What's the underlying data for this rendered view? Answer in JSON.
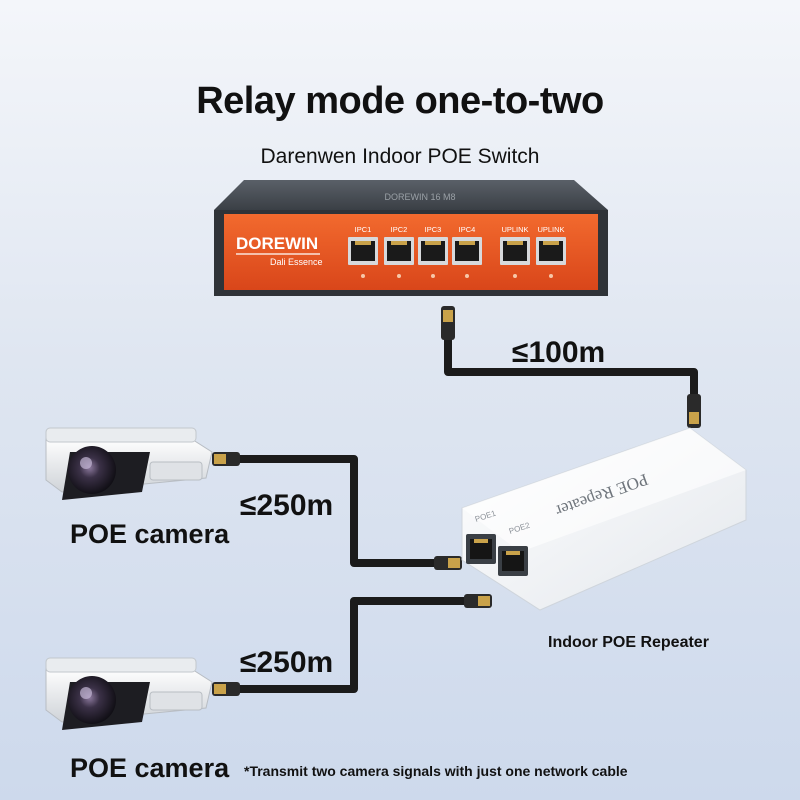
{
  "title": "Relay mode one-to-two",
  "switch": {
    "label": "Darenwen Indoor POE Switch",
    "brand": "DOREWIN",
    "tagline": "Dali Essence",
    "top_text": "DOREWIN 16 M8",
    "ports": [
      "IPC1",
      "IPC2",
      "IPC3",
      "IPC4",
      "UPLINK",
      "UPLINK"
    ]
  },
  "links": {
    "switch_to_repeater": "≤100m",
    "repeater_to_camera_1": "≤250m",
    "repeater_to_camera_2": "≤250m"
  },
  "repeater": {
    "label": "Indoor POE Repeater",
    "case_text": "POE Repeater",
    "port_labels": [
      "POE1",
      "POE2"
    ]
  },
  "cameras": [
    {
      "label": "POE camera"
    },
    {
      "label": "POE camera"
    }
  ],
  "footnote": "*Transmit two camera signals with just one network cable",
  "colors": {
    "switch_front": "#e8511f",
    "switch_body": "#2f3338",
    "cable": "#1b1b1b",
    "connector_gold": "#c9a24a",
    "repeater_body": "#ffffff",
    "camera_body": "#f2f2f2"
  }
}
